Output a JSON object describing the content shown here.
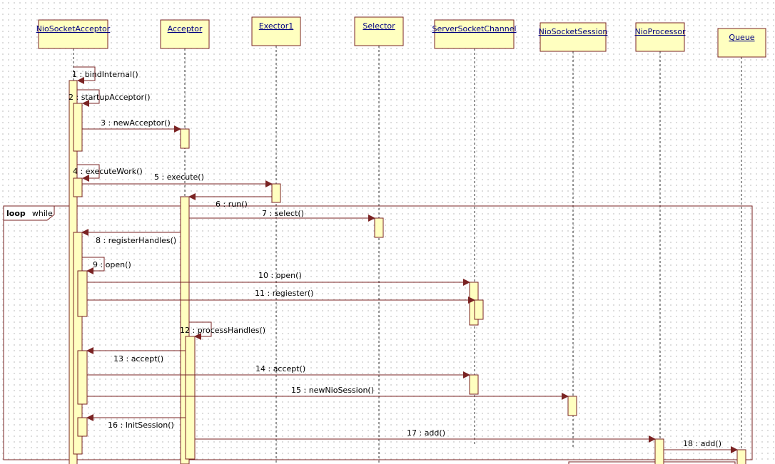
{
  "participants": [
    {
      "id": "nsa",
      "name": "NioSocketAcceptor"
    },
    {
      "id": "acc",
      "name": "Acceptor"
    },
    {
      "id": "ex1",
      "name": "Exector1"
    },
    {
      "id": "sel",
      "name": "Selector"
    },
    {
      "id": "ssc",
      "name": "ServerSocketChannel"
    },
    {
      "id": "nss",
      "name": "NioSocketSession"
    },
    {
      "id": "npr",
      "name": "NioProcessor"
    },
    {
      "id": "que",
      "name": "Queue"
    }
  ],
  "fragment": {
    "keyword": "loop",
    "guard": "while"
  },
  "messages": [
    {
      "n": 1,
      "label": "1 : bindInternal()",
      "from": "nsa",
      "to": "nsa"
    },
    {
      "n": 2,
      "label": "2 : startupAcceptor()",
      "from": "nsa",
      "to": "nsa"
    },
    {
      "n": 3,
      "label": "3 : newAcceptor()",
      "from": "nsa",
      "to": "acc"
    },
    {
      "n": 4,
      "label": "4 : executeWork()",
      "from": "nsa",
      "to": "nsa"
    },
    {
      "n": 5,
      "label": "5 : execute()",
      "from": "nsa",
      "to": "ex1"
    },
    {
      "n": 6,
      "label": "6 : run()",
      "from": "ex1",
      "to": "acc"
    },
    {
      "n": 7,
      "label": "7 : select()",
      "from": "acc",
      "to": "sel"
    },
    {
      "n": 8,
      "label": "8 : registerHandles()",
      "from": "acc",
      "to": "nsa"
    },
    {
      "n": 9,
      "label": "9 : open()",
      "from": "nsa",
      "to": "nsa"
    },
    {
      "n": 10,
      "label": "10 : open()",
      "from": "nsa",
      "to": "ssc"
    },
    {
      "n": 11,
      "label": "11 : regiester()",
      "from": "nsa",
      "to": "ssc"
    },
    {
      "n": 12,
      "label": "12 : processHandles()",
      "from": "acc",
      "to": "acc"
    },
    {
      "n": 13,
      "label": "13 : accept()",
      "from": "acc",
      "to": "nsa"
    },
    {
      "n": 14,
      "label": "14 : accept()",
      "from": "nsa",
      "to": "ssc"
    },
    {
      "n": 15,
      "label": "15 : newNioSession()",
      "from": "nsa",
      "to": "nss"
    },
    {
      "n": 16,
      "label": "16 : InitSession()",
      "from": "acc",
      "to": "nsa"
    },
    {
      "n": 17,
      "label": "17 : add()",
      "from": "acc",
      "to": "npr"
    },
    {
      "n": 18,
      "label": "18 : add()",
      "from": "npr",
      "to": "que"
    }
  ]
}
